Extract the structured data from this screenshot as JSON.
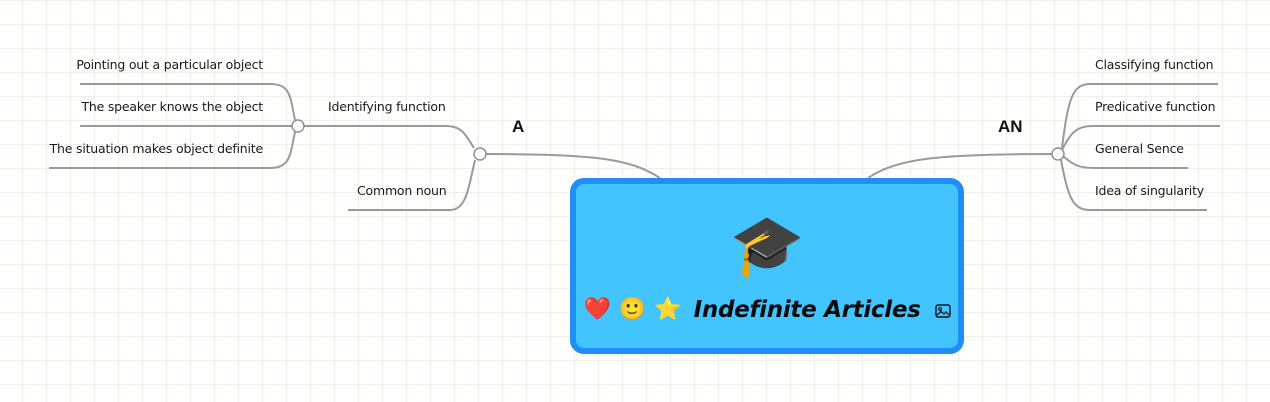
{
  "root": {
    "title": "Indefinite Articles",
    "icon": "graduation-cap-icon",
    "cap_glyph": "🎓",
    "markers": [
      {
        "name": "heart-icon",
        "glyph": "❤️"
      },
      {
        "name": "smiley-icon",
        "glyph": "🙂"
      },
      {
        "name": "star-icon",
        "glyph": "⭐"
      }
    ],
    "attachment_icon": "image-icon",
    "fill_color": "#42c4fe",
    "border_color": "#1f8ef5"
  },
  "branches": {
    "left": {
      "label": "A",
      "children": [
        {
          "label": "Identifying function",
          "children": [
            {
              "label": "Pointing out a particular object"
            },
            {
              "label": "The speaker knows the object"
            },
            {
              "label": "The situation makes object definite"
            }
          ]
        },
        {
          "label": "Common noun"
        }
      ]
    },
    "right": {
      "label": "AN",
      "children": [
        {
          "label": "Classifying function"
        },
        {
          "label": "Predicative function"
        },
        {
          "label": "General Sence"
        },
        {
          "label": "Idea of singularity"
        }
      ]
    }
  },
  "colors": {
    "line": "#999999",
    "grid": "#eaf2e4"
  }
}
